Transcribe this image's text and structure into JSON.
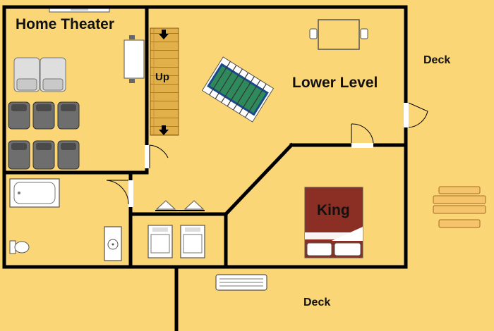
{
  "labels": {
    "home_theater": "Home Theater",
    "lower_level": "Lower Level",
    "stairs": "Up",
    "king": "King",
    "deck_right": "Deck",
    "deck_bottom": "Deck"
  },
  "colors": {
    "floor": "#fbd677",
    "wall": "#000000",
    "stair_wood": "#e2b04b",
    "foosball_field": "#2f8a5b",
    "bed_cover": "#8b2f24",
    "seat_gray": "#6e6e6e",
    "recliner_light": "#d8d8d8"
  },
  "icons": [
    "recliner-icon",
    "theater-seat-icon",
    "tv-icon",
    "foosball-table-icon",
    "dining-table-icon",
    "bathtub-icon",
    "toilet-icon",
    "sink-icon",
    "washer-icon",
    "dryer-icon",
    "king-bed-icon",
    "outdoor-bench-icon",
    "deck-furniture-icon",
    "stairs-arrow-icon"
  ]
}
